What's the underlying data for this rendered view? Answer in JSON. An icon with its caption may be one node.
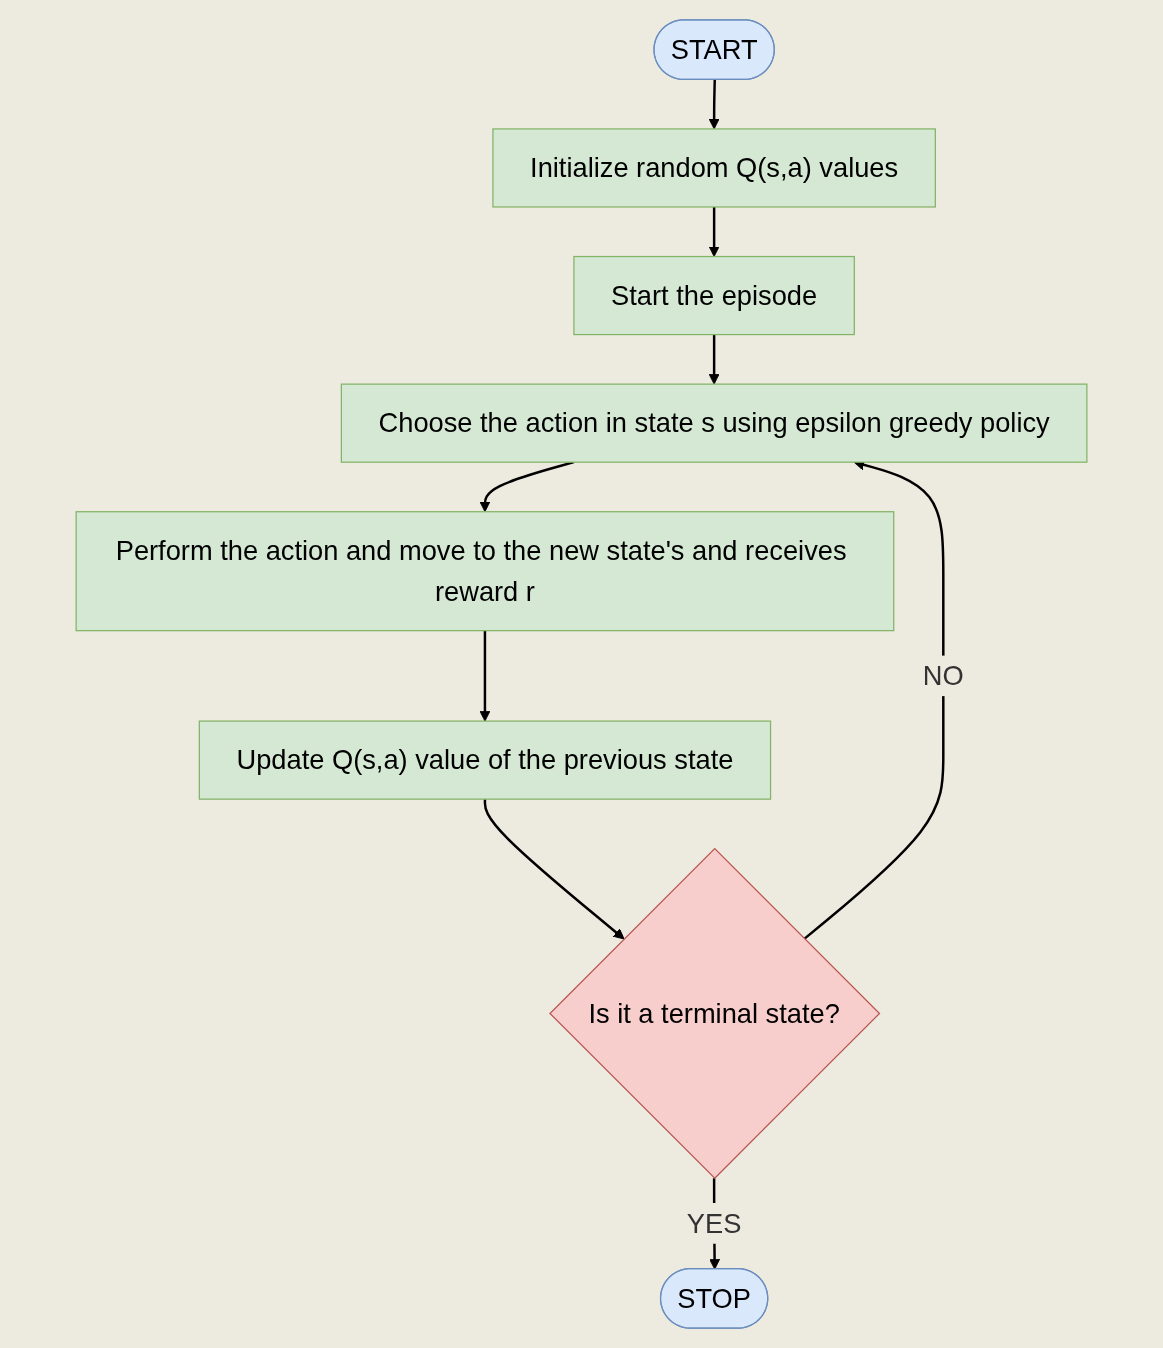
{
  "diagram": {
    "nodes": [
      {
        "text": [
          "START"
        ]
      },
      {
        "text": [
          "Initialize random Q(s,a) values"
        ]
      },
      {
        "text": [
          "Start the episode"
        ]
      },
      {
        "text": [
          "Choose the action in state s using epsilon greedy policy"
        ]
      },
      {
        "text": [
          "Perform the action and move to the new state's and receives reward r"
        ]
      },
      {
        "text": [
          "Update Q(s,a) value of the previous state"
        ]
      },
      {
        "text": [
          "Is it a terminal state?"
        ]
      },
      {
        "text": [
          "STOP"
        ]
      }
    ],
    "edges": [
      {
        "from": 0,
        "to": 1,
        "arrow": "to"
      },
      {
        "from": 1,
        "to": 2,
        "arrow": "to"
      },
      {
        "from": 2,
        "to": 3,
        "arrow": "to"
      },
      {
        "from": 3,
        "to": 4,
        "arrow": "to"
      },
      {
        "from": 4,
        "to": 5,
        "arrow": "to"
      },
      {
        "from": 5,
        "to": 6,
        "arrow": "to"
      },
      {
        "from": 6,
        "to": 3,
        "arrow": "to",
        "label": "NO"
      },
      {
        "from": 6,
        "to": 7,
        "arrow": "to",
        "label": "YES"
      }
    ]
  }
}
